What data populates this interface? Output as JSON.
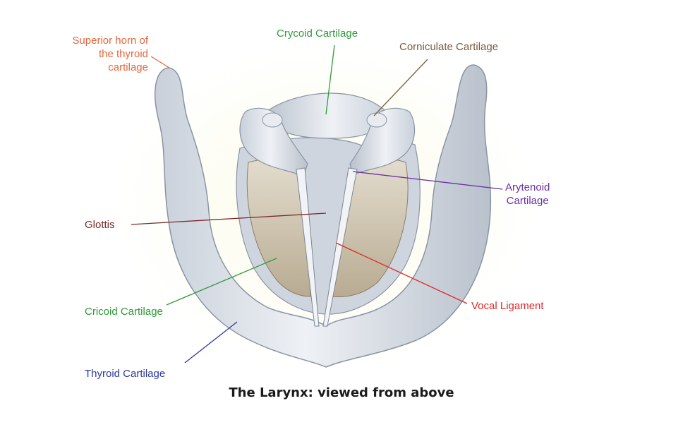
{
  "caption": "The Larynx: viewed from above",
  "colors": {
    "orange": "#e8663a",
    "green": "#2f9a3a",
    "brown": "#7a5a3a",
    "purple": "#6b2fa8",
    "maroon": "#7a2a2a",
    "red": "#e0282a",
    "blue": "#2a3aa0",
    "cartilage": "#dfe4ea",
    "tissue": "#d5c9b5"
  },
  "labels": {
    "superior_horn": {
      "lines": [
        "Superior horn of",
        "the thyroid",
        "cartilage"
      ]
    },
    "crycoid": {
      "text": "Crycoid Cartilage"
    },
    "corniculate": {
      "text": "Corniculate Cartilage"
    },
    "arytenoid": {
      "lines": [
        "Arytenoid",
        "Cartilage"
      ]
    },
    "glottis": {
      "text": "Glottis"
    },
    "cricoid": {
      "text": "Cricoid Cartilage"
    },
    "vocal_ligament": {
      "text": "Vocal Ligament"
    },
    "thyroid": {
      "text": "Thyroid Cartilage"
    }
  }
}
